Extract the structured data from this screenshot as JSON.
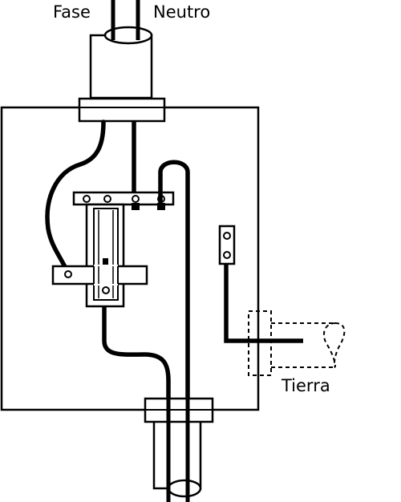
{
  "labels": {
    "fase": "Fase",
    "neutro": "Neutro",
    "tierra": "Tierra"
  },
  "colors": {
    "line": "#000000",
    "background": "#ffffff"
  }
}
